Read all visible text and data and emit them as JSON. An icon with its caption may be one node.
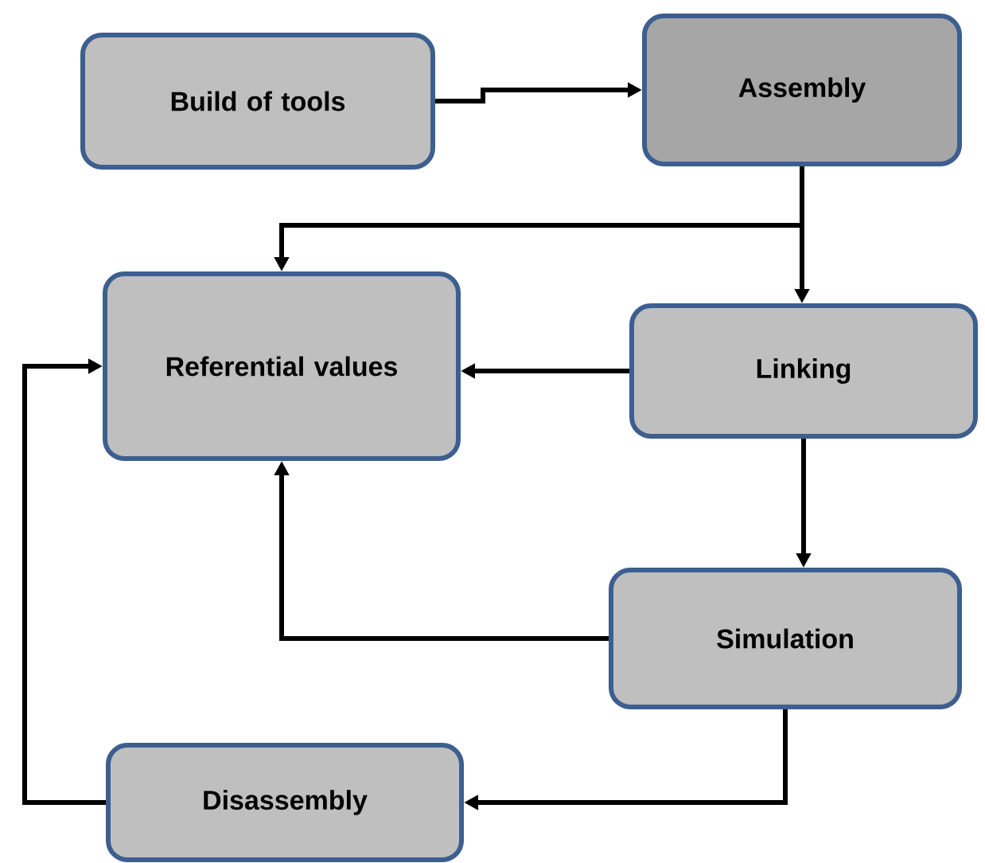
{
  "diagram": {
    "nodes": [
      {
        "text": [
          "Build of tools"
        ]
      },
      {
        "text": [
          "Assembly"
        ]
      },
      {
        "text": [
          "Referential values"
        ]
      },
      {
        "text": [
          "Linking"
        ]
      },
      {
        "text": [
          "Simulation"
        ]
      },
      {
        "text": [
          "Disassembly"
        ]
      }
    ],
    "edges": [
      {
        "from": 0,
        "to": 1,
        "arrow": "to"
      },
      {
        "from": 1,
        "to": 2,
        "arrow": "to"
      },
      {
        "from": 1,
        "to": 3,
        "arrow": "to"
      },
      {
        "from": 3,
        "to": 2,
        "arrow": "to"
      },
      {
        "from": 3,
        "to": 4,
        "arrow": "to"
      },
      {
        "from": 4,
        "to": 2,
        "arrow": "to"
      },
      {
        "from": 4,
        "to": 5,
        "arrow": "to"
      },
      {
        "from": 5,
        "to": 2,
        "arrow": "to"
      }
    ]
  }
}
